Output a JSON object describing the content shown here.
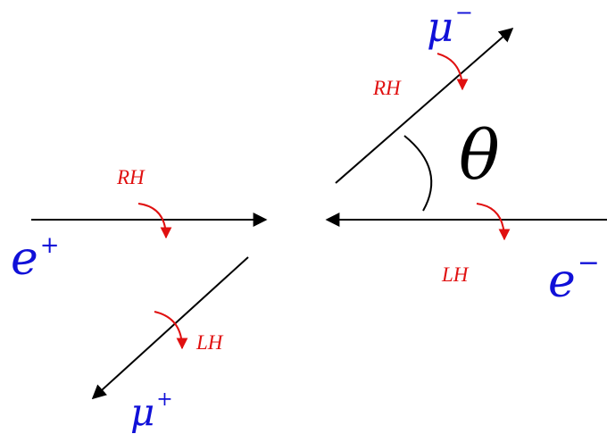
{
  "particles": {
    "e_plus": {
      "base": "e",
      "sup": "+"
    },
    "e_minus": {
      "base": "e",
      "sup": "−"
    },
    "mu_plus": {
      "base": "μ",
      "sup": "+"
    },
    "mu_minus": {
      "base": "μ",
      "sup": "−"
    }
  },
  "helicity": {
    "e_plus": "RH",
    "e_minus": "LH",
    "mu_plus": "LH",
    "mu_minus": "RH"
  },
  "angle_symbol": "θ",
  "colors": {
    "particle": "#1010d8",
    "helicity": "#e01010",
    "line": "#000000"
  }
}
